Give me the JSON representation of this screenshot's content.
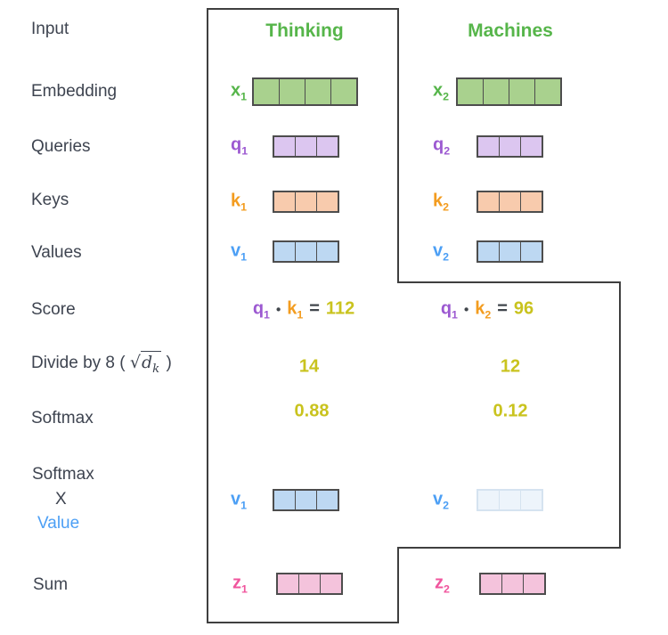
{
  "colors": {
    "label_text": "#3E4450",
    "green": "#56B54A",
    "purple": "#9C59D1",
    "orange": "#F39C1F",
    "blue": "#4C9FF5",
    "pink": "#F0559D",
    "yellow": "#C9C31E",
    "dark": "#41464C",
    "cell_border": "#4D4D4D",
    "outline": "#3F3F3F",
    "fill_green": "#A9D18E",
    "fill_purple": "#DCC6F0",
    "fill_orange": "#F8CBAD",
    "fill_blue": "#BDD8F2",
    "fill_pink": "#F4C3DC",
    "fill_faded_blue": "#EDF4FB",
    "faded_border": "#D5E3F0"
  },
  "left_labels": {
    "input": "Input",
    "embedding": "Embedding",
    "queries": "Queries",
    "keys": "Keys",
    "values": "Values",
    "score": "Score",
    "divide": {
      "prefix": "Divide by 8 (",
      "sqrt": "√",
      "radicand": "d",
      "radicand_sub": "k",
      "suffix": ")"
    },
    "softmax": "Softmax",
    "softmax_x_value": {
      "line1": "Softmax",
      "line2": "X",
      "line3": "Value"
    },
    "sum": "Sum"
  },
  "columns": {
    "thinking": "Thinking",
    "machines": "Machines"
  },
  "vectors": {
    "x1": {
      "base": "x",
      "sub": "1",
      "cells": 4,
      "fill": "#A9D18E"
    },
    "x2": {
      "base": "x",
      "sub": "2",
      "cells": 4,
      "fill": "#A9D18E"
    },
    "q1": {
      "base": "q",
      "sub": "1",
      "cells": 3,
      "fill": "#DCC6F0"
    },
    "q2": {
      "base": "q",
      "sub": "2",
      "cells": 3,
      "fill": "#DCC6F0"
    },
    "k1": {
      "base": "k",
      "sub": "1",
      "cells": 3,
      "fill": "#F8CBAD"
    },
    "k2": {
      "base": "k",
      "sub": "2",
      "cells": 3,
      "fill": "#F8CBAD"
    },
    "v1": {
      "base": "v",
      "sub": "1",
      "cells": 3,
      "fill": "#BDD8F2"
    },
    "v2": {
      "base": "v",
      "sub": "2",
      "cells": 3,
      "fill": "#BDD8F2"
    },
    "v1_weighted": {
      "base": "v",
      "sub": "1",
      "cells": 3,
      "fill": "#BDD8F2"
    },
    "v2_weighted": {
      "base": "v",
      "sub": "2",
      "cells": 3,
      "fill": "#EDF4FB",
      "border": "#D5E3F0"
    },
    "z1": {
      "base": "z",
      "sub": "1",
      "cells": 3,
      "fill": "#F4C3DC"
    },
    "z2": {
      "base": "z",
      "sub": "2",
      "cells": 3,
      "fill": "#F4C3DC"
    }
  },
  "score_row": {
    "thinking": {
      "q": "q",
      "q_sub": "1",
      "dot": "•",
      "k": "k",
      "k_sub": "1",
      "eq": "=",
      "value": "112"
    },
    "machines": {
      "q": "q",
      "q_sub": "1",
      "dot": "•",
      "k": "k",
      "k_sub": "2",
      "eq": "=",
      "value": "96"
    }
  },
  "divide_row": {
    "thinking": "14",
    "machines": "12"
  },
  "softmax_row": {
    "thinking": "0.88",
    "machines": "0.12"
  }
}
